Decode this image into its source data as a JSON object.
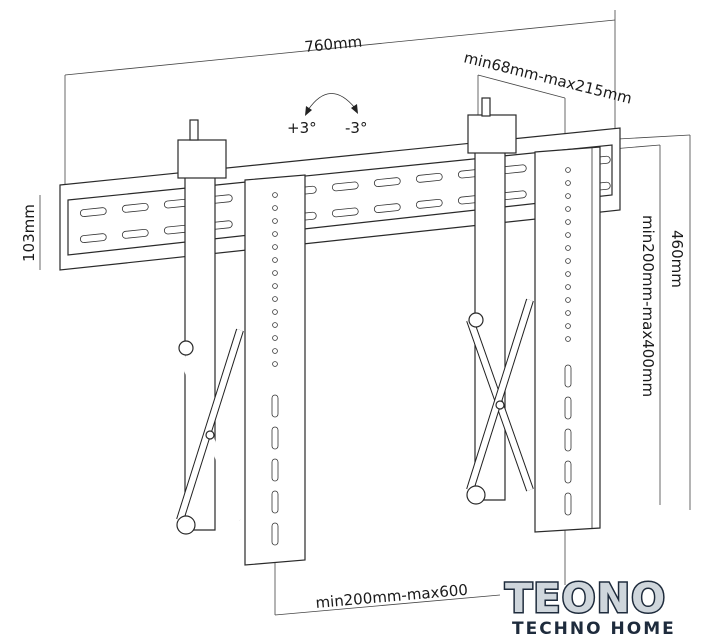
{
  "dimensions": {
    "width_total": "760mm",
    "depth_range": "min68mm-max215mm",
    "rail_height": "103mm",
    "height_total": "460mm",
    "vertical_range": "min200mm-max400mm",
    "horizontal_range": "min200mm-max600"
  },
  "tilt": {
    "plus": "+3°",
    "minus": "-3°"
  },
  "logo": {
    "main": "TEONO",
    "sub": "TECHNO HOME",
    "colors": {
      "dark": "#1e2b3c",
      "light": "#cfd6dc",
      "accent": "#4aa3df"
    }
  }
}
